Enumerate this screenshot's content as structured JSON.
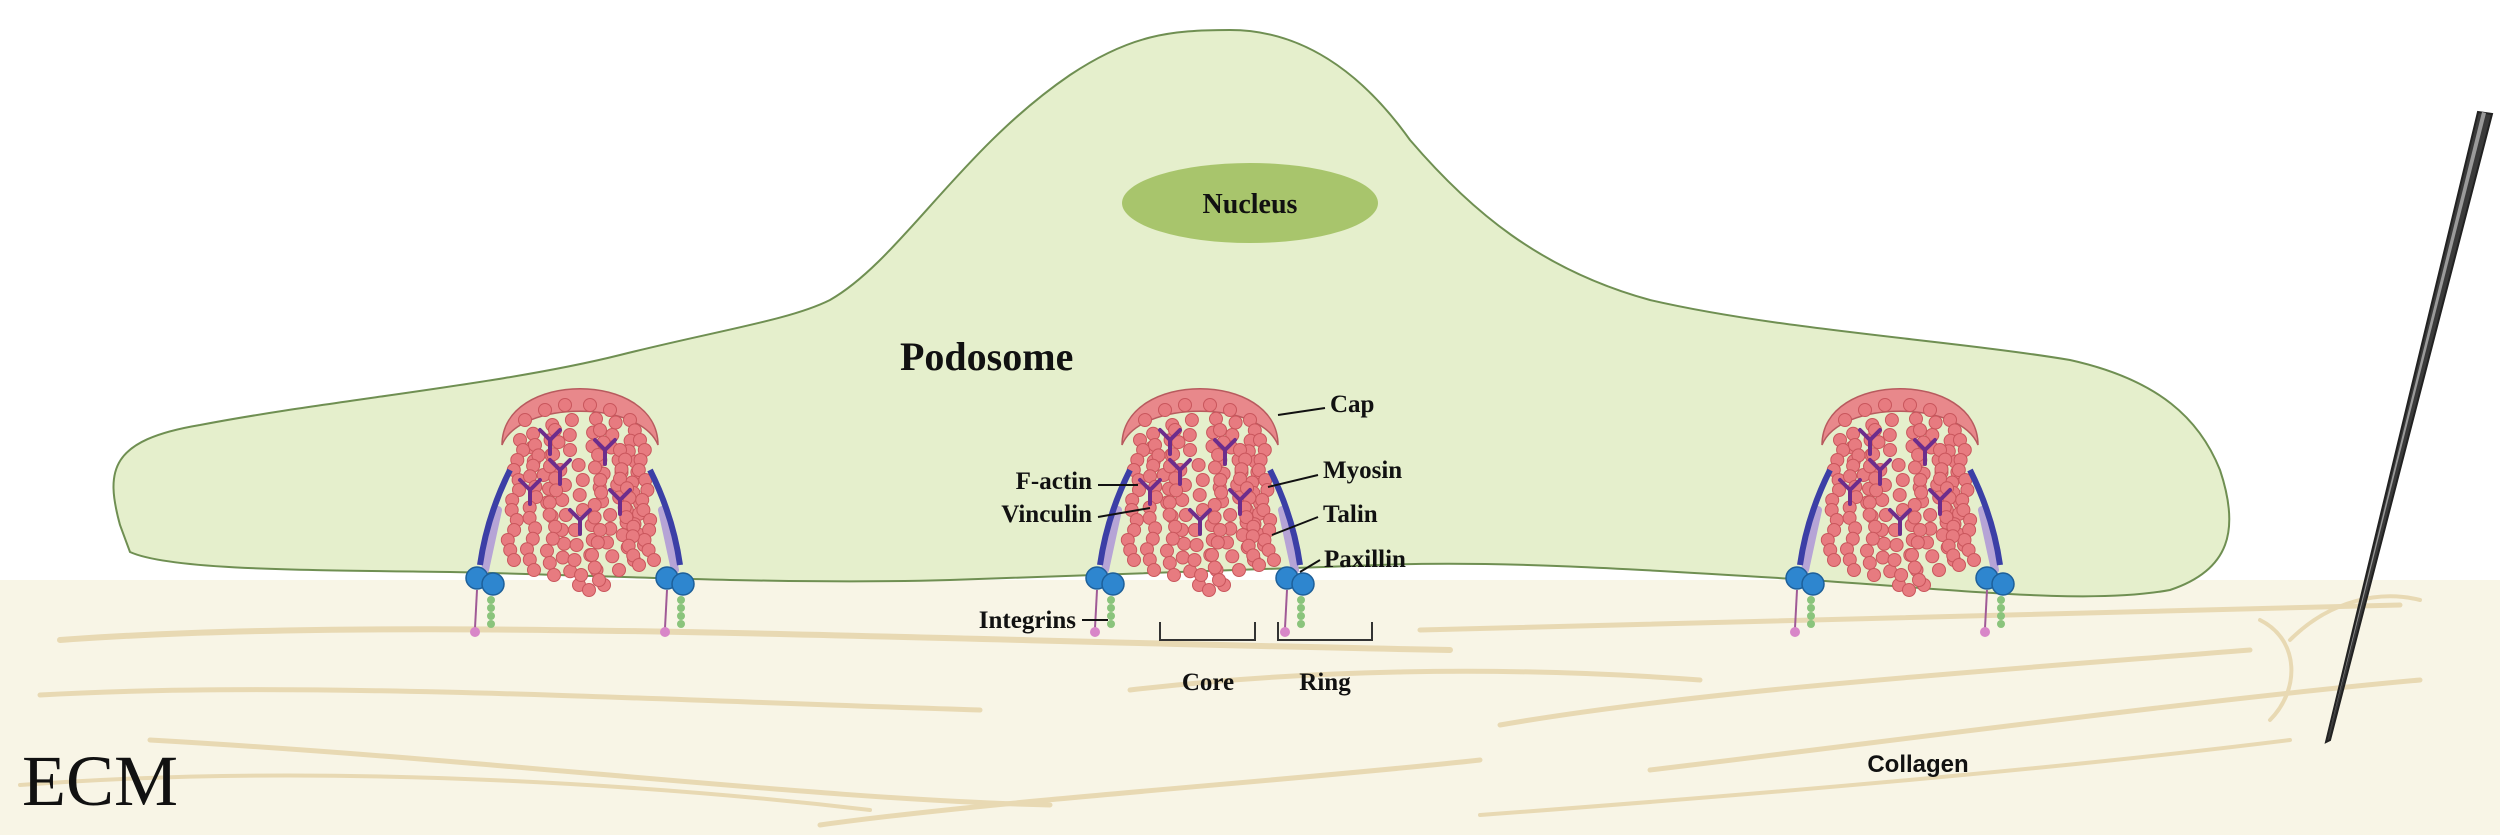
{
  "colors": {
    "cell_fill": "#e5efcc",
    "cell_outline": "#6f8f52",
    "nucleus_fill": "#a8c56c",
    "ecm_fill": "#f8f5e6",
    "collagen_fiber": "#e8d9b3",
    "actin": "#e77b80",
    "cap": "#e8888b",
    "myosin": "#6d2d8c",
    "vinculin": "#3b3fa6",
    "integrin_head": "#2e86cf",
    "integrin_tail_green": "#8ac47c",
    "integrin_tail_pink": "#d886c8",
    "needle": "#555555"
  },
  "labels": {
    "nucleus": "Nucleus",
    "podosome": "Podosome",
    "cap": "Cap",
    "f_actin": "F-actin",
    "myosin": "Myosin",
    "vinculin": "Vinculin",
    "talin": "Talin",
    "paxillin": "Paxillin",
    "integrins": "Integrins",
    "core": "Core",
    "ring": "Ring",
    "ecm": "ECM",
    "collagen": "Collagen"
  },
  "podosomes": [
    {
      "id": "left",
      "labelled": false
    },
    {
      "id": "center",
      "labelled": true
    },
    {
      "id": "right",
      "labelled": false
    }
  ]
}
